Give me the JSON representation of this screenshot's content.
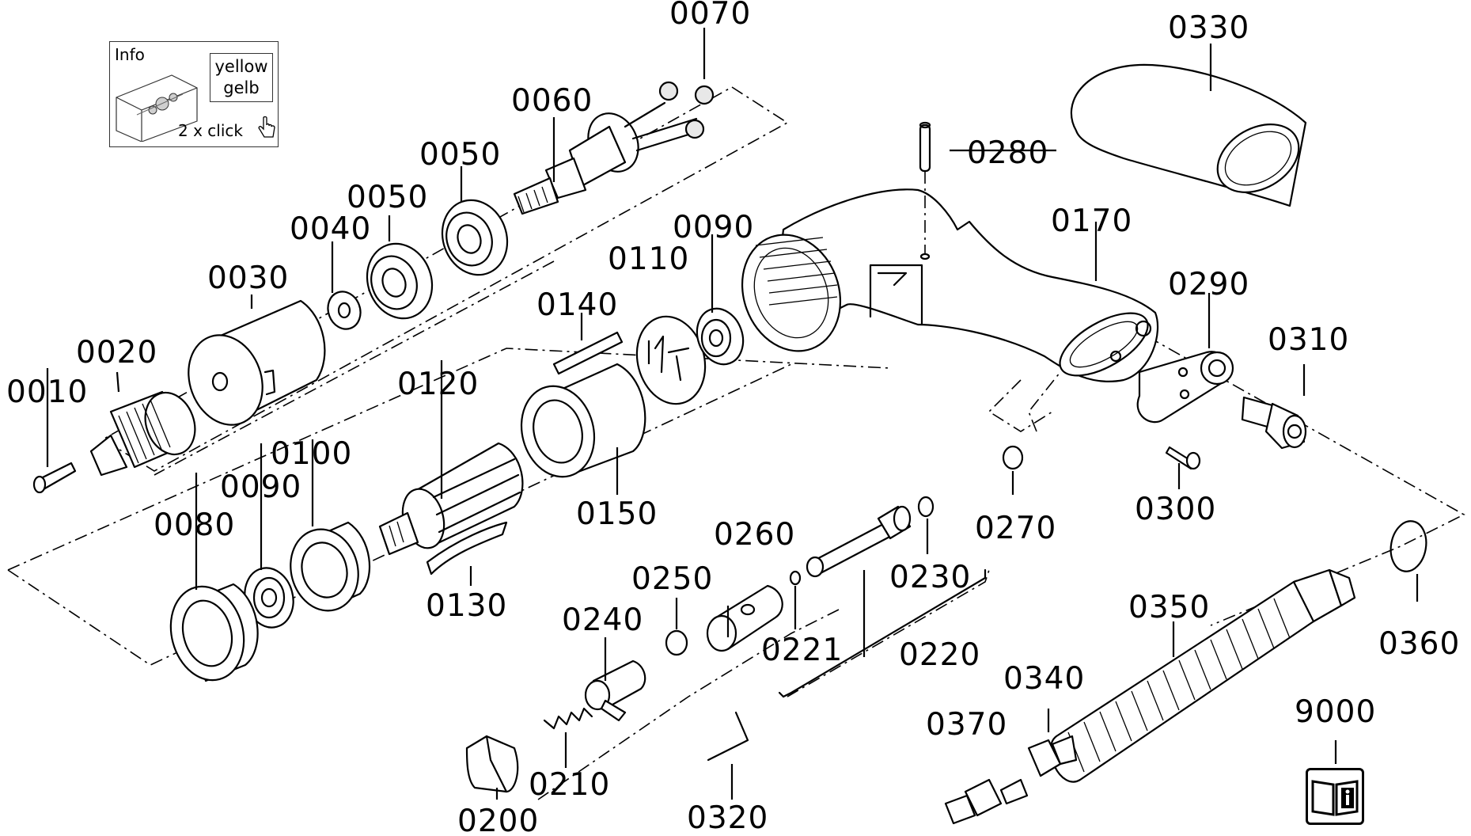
{
  "info_panel": {
    "title": "Info",
    "color_line1": "yellow",
    "color_line2": "gelb",
    "click_hint": "2 x click"
  },
  "labels": {
    "p0010": "0010",
    "p0020": "0020",
    "p0030": "0030",
    "p0040": "0040",
    "p0050a": "0050",
    "p0050b": "0050",
    "p0060": "0060",
    "p0070": "0070",
    "p0080": "0080",
    "p0090a": "0090",
    "p0090b": "0090",
    "p0100": "0100",
    "p0110": "0110",
    "p0120": "0120",
    "p0130": "0130",
    "p0140": "0140",
    "p0150": "0150",
    "p0170": "0170",
    "p0200": "0200",
    "p0210": "0210",
    "p0220": "0220",
    "p0221": "0221",
    "p0230": "0230",
    "p0240": "0240",
    "p0250": "0250",
    "p0260": "0260",
    "p0270": "0270",
    "p0280": "0280",
    "p0290": "0290",
    "p0300": "0300",
    "p0310": "0310",
    "p0320": "0320",
    "p0330": "0330",
    "p0340": "0340",
    "p0350": "0350",
    "p0360": "0360",
    "p0370": "0370",
    "p9000": "9000"
  },
  "colors": {
    "line": "#000000",
    "background": "#ffffff"
  },
  "icons": {
    "manual": "manual-book-icon",
    "hand": "hand-pointer-icon"
  }
}
